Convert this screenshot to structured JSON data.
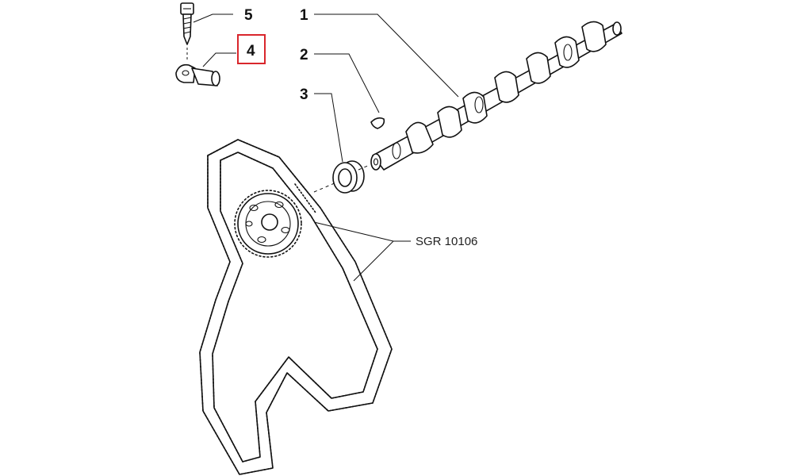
{
  "diagram": {
    "callouts": [
      {
        "id": "1",
        "label": "1"
      },
      {
        "id": "2",
        "label": "2"
      },
      {
        "id": "3",
        "label": "3"
      },
      {
        "id": "4",
        "label": "4"
      },
      {
        "id": "5",
        "label": "5"
      }
    ],
    "highlighted_callout": "4",
    "highlight_color": "#d9262c",
    "reference_label": "SGR 10106",
    "parts": [
      {
        "id": "camshaft",
        "callout": "1"
      },
      {
        "id": "woodruff-key",
        "callout": "2"
      },
      {
        "id": "oil-seal",
        "callout": "3"
      },
      {
        "id": "sensor",
        "callout": "4"
      },
      {
        "id": "screw",
        "callout": "5"
      },
      {
        "id": "timing-belt",
        "callout": "SGR 10106"
      },
      {
        "id": "camshaft-pulley",
        "callout": "SGR 10106"
      }
    ]
  }
}
